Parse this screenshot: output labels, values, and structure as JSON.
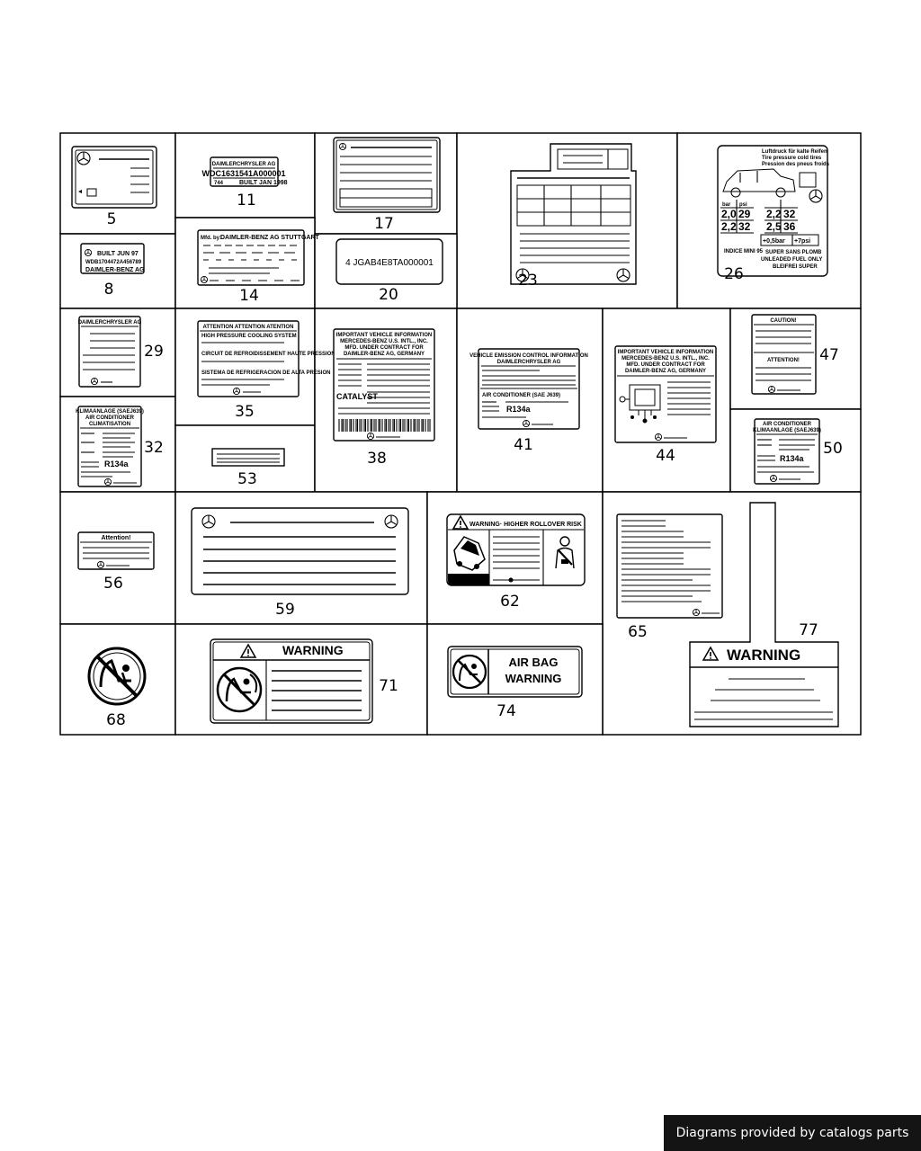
{
  "footer": {
    "credit": "Diagrams provided by catalogs parts"
  },
  "callouts": {
    "c5": "5",
    "c8": "8",
    "c11": "11",
    "c14": "14",
    "c17": "17",
    "c20": "20",
    "c23": "23",
    "c26": "26",
    "c29": "29",
    "c32": "32",
    "c35": "35",
    "c38": "38",
    "c41": "41",
    "c44": "44",
    "c47": "47",
    "c50": "50",
    "c53": "53",
    "c56": "56",
    "c59": "59",
    "c62": "62",
    "c65": "65",
    "c68": "68",
    "c71": "71",
    "c74": "74",
    "c77": "77"
  },
  "labels": {
    "l8_line1": "BUILT JUN 97",
    "l8_line2": "WDB1704472A456789",
    "l8_line3": "DAIMLER-BENZ AG",
    "l11_title": "DAIMLERCHRYSLER AG",
    "l11_vin": "WDC1631541A000001",
    "l11_code": "744",
    "l11_built": "BUILT JAN 1998",
    "l14_prefix": "Mfd. by:",
    "l14_title": "DAIMLER-BENZ AG STUTTGART",
    "l20_vin": "4 JGAB4E8TA000001",
    "l26_line1": "Luftdruck für kalte Reifen",
    "l26_line2": "Tire pressure cold tires",
    "l26_line3": "Pression des pneus froids",
    "l26_bar": "bar",
    "l26_psi": "psi",
    "l26_v1": "2,0",
    "l26_v2": "29",
    "l26_v3": "2,2",
    "l26_v4": "32",
    "l26_v5": "2,2",
    "l26_v6": "32",
    "l26_v7": "2,5",
    "l26_v8": "36",
    "l26_add1": "+0,5bar",
    "l26_add2": "+7psi",
    "l26_indice": "INDICE MINI 95",
    "l26_fuel1": "SUPER SANS PLOMB",
    "l26_fuel2": "UNLEADED FUEL ONLY",
    "l26_fuel3": "BLEIFREI SUPER",
    "l29_title": "DAIMLERCHRYSLER AG",
    "l32_line1": "KLIMAANLAGE (SAEJ639)",
    "l32_line2": "AIR CONDITIONER",
    "l32_line3": "CLIMATISATION",
    "l32_refrig": "R134a",
    "l35_line1": "ATTENTION ATTENTION ATENTION",
    "l35_line2": "HIGH PRESSURE COOLING SYSTEM",
    "l35_line3": "CIRCUIT DE REFROIDISSEMENT HAUTE PRESSION",
    "l35_line4": "SISTEMA DE REFRIGERACION DE ALTA PRESION",
    "l38_line1": "IMPORTANT VEHICLE INFORMATION",
    "l38_line2": "MERCEDES-BENZ U.S. INTL., INC.",
    "l38_line3": "MFD. UNDER CONTRACT FOR",
    "l38_line4": "DAIMLER-BENZ AG, GERMANY",
    "l38_catalyst": "CATALYST",
    "l41_line1": "VEHICLE EMISSION CONTROL INFORMATION",
    "l41_line2": "DAIMLERCHRYSLER AG",
    "l41_ac": "AIR CONDITIONER  (SAE  J639)",
    "l41_refrig": "R134a",
    "l44_line1": "IMPORTANT VEHICLE INFORMATION",
    "l44_line2": "MERCEDES-BENZ U.S. INTL., INC.",
    "l44_line3": "MFD. UNDER CONTRACT FOR",
    "l44_line4": "DAIMLER-BENZ AG, GERMANY",
    "l47_caution": "CAUTION!",
    "l47_attention": "ATTENTION!",
    "l50_line1": "AIR CONDITIONER",
    "l50_line2": "KLIMAANLAGE (SAEJ639)",
    "l50_refrig": "R134a",
    "l56_title": "Attention!",
    "l62_title": "WARNING· HIGHER ROLLOVER RISK",
    "l71_title": "WARNING",
    "l74_line1": "AIR BAG",
    "l74_line2": "WARNING",
    "l77_title": "WARNING"
  }
}
